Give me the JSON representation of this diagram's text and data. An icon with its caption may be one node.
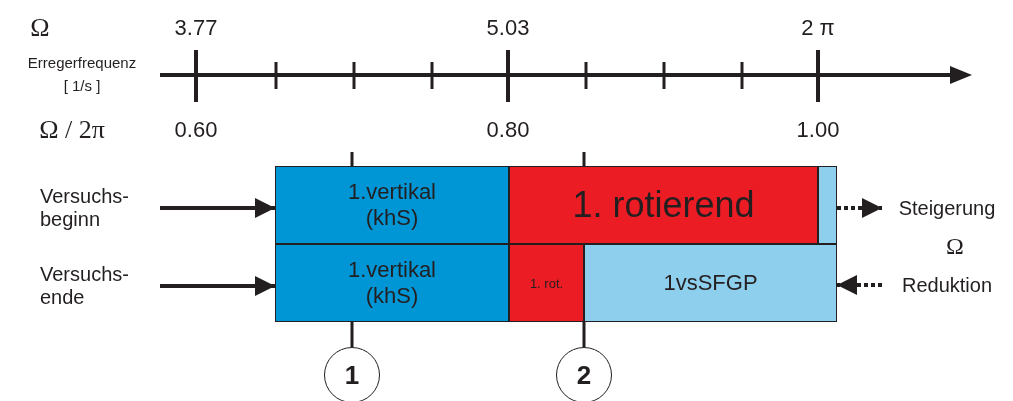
{
  "diagram": {
    "nodes": [
      {
        "text": [
          "Versuchs- beginn"
        ]
      },
      {
        "text": [
          "1.vertikal (khS)"
        ]
      },
      {
        "text": [
          "1. rotierend"
        ]
      },
      {
        "text": [],
        "shape": "box"
      },
      {
        "text": [
          "Steigerung"
        ]
      },
      {
        "text": [
          "Versuchs- ende"
        ]
      },
      {
        "text": [
          "1.vertikal (khS)"
        ]
      },
      {
        "text": [
          "1. rot."
        ]
      },
      {
        "text": [
          "1vsSFGP"
        ]
      },
      {
        "text": [
          "Reduktion"
        ]
      },
      {
        "text": [
          "1"
        ]
      },
      {
        "text": [
          "2"
        ]
      }
    ],
    "edges": [
      {
        "from": 0,
        "to": 1,
        "arrow": "to"
      },
      {
        "from": 3,
        "to": 4,
        "arrow": "to",
        "style": "dashed"
      },
      {
        "from": 5,
        "to": 6,
        "arrow": "to"
      },
      {
        "from": 9,
        "to": 8,
        "arrow": "to",
        "style": "dashed"
      },
      {
        "from": 10,
        "to": 6,
        "arrow": "none"
      },
      {
        "from": 11,
        "to": 8,
        "arrow": "none"
      }
    ],
    "labels": [
      "Ω",
      "3.77",
      "5.03",
      "2 π",
      "Erregerfrequenz",
      "[ 1/s ]",
      "Ω / 2π",
      "0.60",
      "0.80",
      "1.00",
      "Ω"
    ]
  }
}
